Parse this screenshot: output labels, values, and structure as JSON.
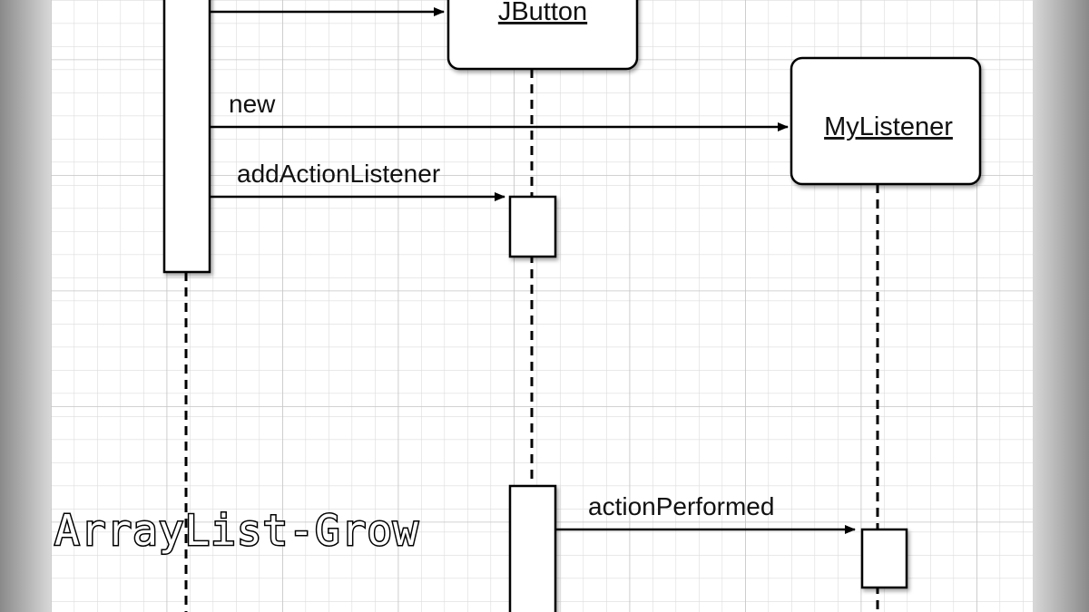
{
  "objects": {
    "jbutton": "JButton",
    "mylistener": "MyListener"
  },
  "messages": {
    "new_mylistener": "new",
    "add_action_listener": "addActionListener",
    "action_performed": "actionPerformed"
  },
  "caption": "ArrayList-Grow",
  "colors": {
    "background": "#ffffff",
    "page_shadow": "#9e9e9e",
    "grid_minor": "#dcdcdc",
    "grid_major": "#c4c4c4",
    "line": "#000000"
  }
}
